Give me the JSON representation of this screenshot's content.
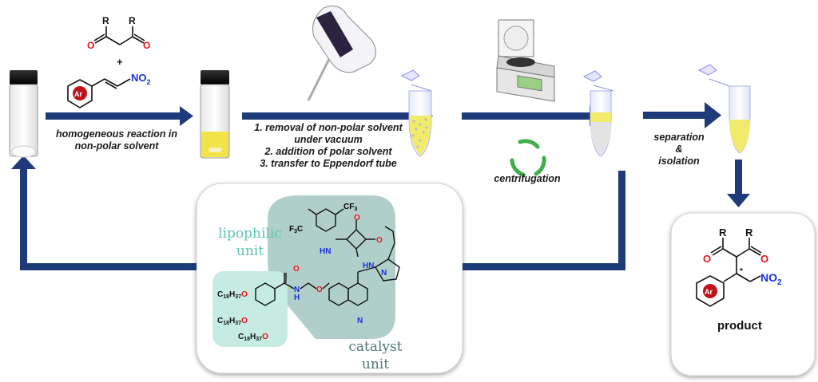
{
  "steps": {
    "step1": {
      "label_line1": "homogeneous reaction in",
      "label_line2": "non-polar solvent"
    },
    "step2": {
      "line1": "1. removal of non-polar solvent",
      "line2": "under vacuum",
      "line3": "2. addition of polar solvent",
      "line4": "3. transfer to Eppendorf tube"
    },
    "step3": {
      "label": "centrifugation"
    },
    "step4": {
      "line1": "separation",
      "line2": "&",
      "line3": "isolation"
    }
  },
  "reagents": {
    "diketone_R1": "R",
    "diketone_R2": "R",
    "oxygen": "O",
    "plus": "+",
    "nitro": "NO",
    "nitro_sub": "2",
    "aryl": "Ar"
  },
  "catalyst": {
    "lipophilic_line1": "lipophilic",
    "lipophilic_line2": "unit",
    "catalyst_line1": "catalyst",
    "catalyst_line2": "unit",
    "chain_label": "C",
    "chain_sub1": "18",
    "chain_H": "H",
    "chain_sub2": "37",
    "cf3_a": "CF",
    "cf3_sub": "3",
    "f3c_F": "F",
    "f3c_rest": "C",
    "nh": "HN",
    "nh_amide": "N",
    "h_amide": "H",
    "n_quin": "N",
    "o": "O"
  },
  "product": {
    "label": "product",
    "R": "R",
    "O": "O",
    "nitro": "NO",
    "nitro_sub": "2",
    "aryl": "Ar",
    "stereo": "*"
  },
  "colors": {
    "arrow": "#1f3a78",
    "red": "#e8141b",
    "blue": "#1a2fe0",
    "lipophilic_bg": "#c5ebe3",
    "catalyst_bg": "#b0cfca",
    "lipophilic_text": "#5cc7b5",
    "catalyst_text": "#4f7a72",
    "yellow": "#f2ea6a"
  }
}
